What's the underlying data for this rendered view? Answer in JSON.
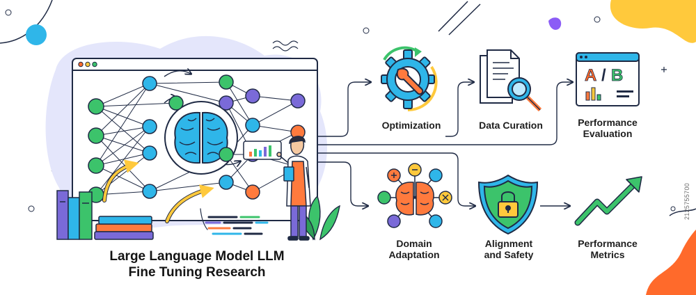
{
  "title": {
    "line1": "Large Language Model LLM",
    "line2": "Fine Tuning Research"
  },
  "steps": {
    "optimization": "Optimization",
    "data_curation": "Data Curation",
    "performance_evaluation": {
      "line1": "Performance",
      "line2": "Evaluation"
    },
    "domain_adaptation": {
      "line1": "Domain",
      "line2": "Adaptation"
    },
    "alignment_safety": {
      "line1": "Alignment",
      "line2": "and Safety"
    },
    "performance_metrics": {
      "line1": "Performance",
      "line2": "Metrics"
    }
  },
  "ab_test": {
    "a": "A",
    "slash": "/",
    "b": "B"
  },
  "stock_id": "2125755700",
  "icons": [
    "brain-icon",
    "gear-wrench-icon",
    "documents-magnifier-icon",
    "ab-test-window-icon",
    "brain-network-icon",
    "shield-lock-icon",
    "trend-arrow-icon",
    "books-icon",
    "researcher-figure"
  ],
  "colors": {
    "outline": "#1f2a44",
    "blue_node": "#2fb6e9",
    "green_node": "#3cc36b",
    "purple_node": "#7a6ad8",
    "orange_node": "#ff7a3d",
    "yellow_accent": "#ffc93c",
    "blob_lavender": "#e4e6fb",
    "blob_orange": "#ff6a2b",
    "green_shield": "#3cc36b"
  }
}
